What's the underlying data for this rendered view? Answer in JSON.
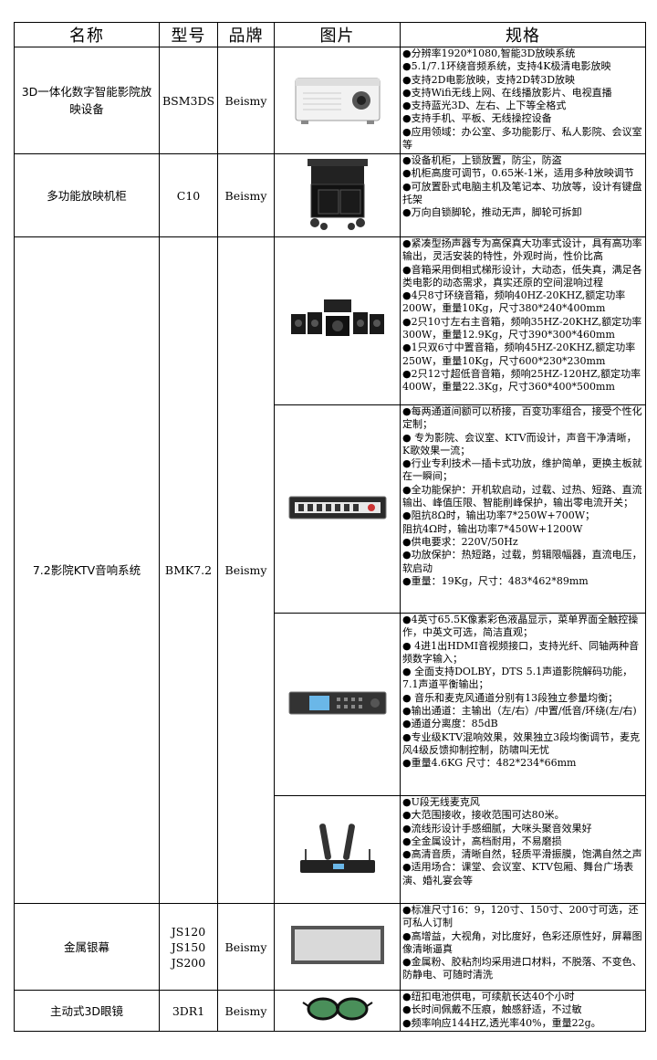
{
  "headers": {
    "name": "名称",
    "model": "型号",
    "brand": "品牌",
    "picture": "图片",
    "spec": "规格"
  },
  "rows": [
    {
      "name": "3D一体化数字智能影院放映设备",
      "model": "BSM3DS",
      "brand": "Beismy",
      "spec": [
        "●分辨率1920*1080,智能3D放映系统",
        "●5.1/7.1环绕音频系统，支持4K极清电影放映",
        "●支持2D电影放映，支持2D转3D放映",
        "●支持Wifi无线上网、在线播放影片、电视直播",
        "●支持蓝光3D、左右、上下等全格式",
        "●支持手机、平板、无线操控设备",
        "●应用领域：办公室、多功能影厅、私人影院、会议室等"
      ]
    },
    {
      "name": "多功能放映机柜",
      "model": "C10",
      "brand": "Beismy",
      "spec": [
        "●设备机柜，上锁放置，防尘，防盗",
        "●机柜高度可调节，0.65米-1米，适用多种放映调节",
        "●可放置卧式电脑主机及笔记本、功放等，设计有键盘托架",
        "●万向自锁脚轮，推动无声，脚轮可拆卸"
      ]
    },
    {
      "name": "7.2影院KTV音响系统",
      "model": "BMK7.2",
      "brand": "Beismy",
      "subs": [
        {
          "spec": [
            "●紧凑型扬声器专为高保真大功率式设计，具有高功率输出，灵活安装的特性，外观时尚，性价比高",
            "●音箱采用倒相式梯形设计，大动态，低失真，满足各类电影的动态需求，真实还原的空间混响过程",
            "●4只8寸环绕音箱，频响40HZ-20KHZ,额定功率200W，重量10Kg，尺寸380*240*400mm",
            "●2只10寸左右主音箱，频响35HZ-20KHZ,额定功率300W，重量12.9Kg，尺寸390*300*460mm",
            "●1只双6寸中置音箱，频响45HZ-20KHZ,额定功率250W，重量10Kg，尺寸600*230*230mm",
            "●2只12寸超低音音箱，频响25HZ-120HZ,额定功率400W，重量22.3Kg，尺寸360*400*500mm"
          ]
        },
        {
          "spec": [
            "●每两通道间额可以桥接，百变功率组合，接受个性化定制；",
            "● 专为影院、会议室、KTV而设计，声音干净清晰，K歌效果一流；",
            "●行业专利技术—插卡式功放，维护简单，更换主板就在一瞬间；",
            "●全功能保护：开机软启动，过载、过热、短路、直流输出、峰值压限、智能削峰保护，输出零电流开关；",
            "●阻抗8Ω时，输出功率7*250W+700W；",
            "阻抗4Ω时，输出功率7*450W+1200W",
            "●供电要求：220V/50Hz",
            "●功放保护：热短路，过载，剪辑限幅器，直流电压，软启动",
            "●重量：19Kg，尺寸：483*462*89mm"
          ]
        },
        {
          "spec": [
            "●4英寸65.5K像素彩色液晶显示，菜单界面全触控操作，中英文可选，简洁直观；",
            "● 4进1出HDMI音视频接口，支持光纤、同轴两种音频数字输入；",
            "● 全面支持DOLBY，DTS 5.1声道影院解码功能，7.1声道平衡输出；",
            "● 音乐和麦克风通道分别有13段独立参量均衡；",
            "●输出通道：主输出（左/右）/中置/低音/环绕(左/右)",
            "●通道分离度：85dB",
            "●专业级KTV混响效果，效果独立3段均衡调节，麦克风4级反馈抑制控制，防啸叫无忧",
            "●重量4.6KG  尺寸：482*234*66mm"
          ]
        },
        {
          "spec": [
            "●U段无线麦克风",
            "●大范围接收，接收范围可达80米。",
            "●流线形设计手感细腻，大咪头聚音效果好",
            "●全金属设计，高档耐用，不易磨损",
            "●高清音质，清晰自然，轻质平滑振膜，饱满自然之声",
            "●适用场合：课堂、会议室、KTV包厢、舞台广场表演、婚礼宴会等"
          ]
        }
      ]
    },
    {
      "name": "金属银幕",
      "model": "JS120\nJS150\nJS200",
      "models": [
        "JS120",
        "JS150",
        "JS200"
      ],
      "brand": "Beismy",
      "spec": [
        "●标准尺寸16：9，120寸、150寸、200寸可选，还可私人订制",
        "●高增益，大视角，对比度好，色彩还原性好，屏幕图像清晰逼真",
        "●金属粉、胶粘剂均采用进口材料，不脱落、不变色、防静电、可随时清洗"
      ]
    },
    {
      "name": "主动式3D眼镜",
      "model": "3DR1",
      "brand": "Beismy",
      "spec": [
        "●纽扣电池供电，可续航长达40个小时",
        "●长时间佩戴不压痕，触感舒适，不过敏",
        "●频率响应144HZ,透光率40%，重量22g。"
      ]
    }
  ]
}
